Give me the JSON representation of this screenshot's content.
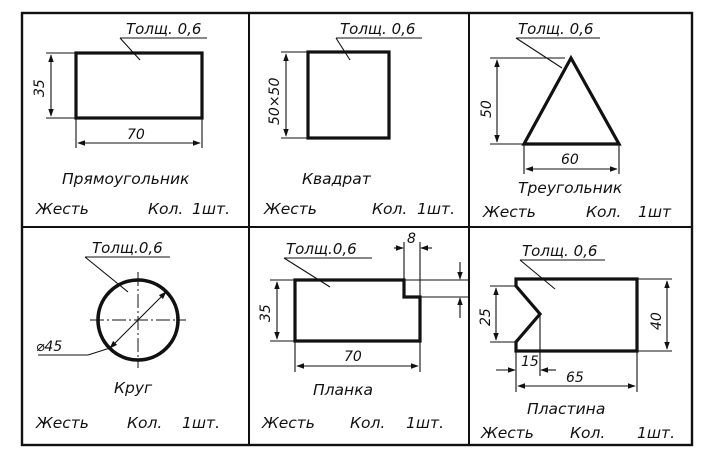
{
  "thickness_label": "Толщ. 0,6",
  "cells": [
    {
      "id": "rectangle",
      "title": "Прямоугольник",
      "dims": [
        "35",
        "70"
      ],
      "footer": [
        "Жесть",
        "Кол.",
        "1шт."
      ]
    },
    {
      "id": "square",
      "title": "Квадрат",
      "dims": [
        "50×50"
      ],
      "footer": [
        "Жесть",
        "Кол.",
        "1шт."
      ]
    },
    {
      "id": "triangle",
      "title": "Треугольник",
      "dims": [
        "50",
        "60"
      ],
      "footer": [
        "Жесть",
        "Кол.",
        "1шт"
      ]
    },
    {
      "id": "circle",
      "title": "Круг",
      "dims": [
        "⌀45"
      ],
      "footer": [
        "Жесть",
        "Кол.",
        "1шт."
      ]
    },
    {
      "id": "bar",
      "title": "Планка",
      "dims": [
        "8",
        "35",
        "70"
      ],
      "footer": [
        "Жесть",
        "Кол.",
        "1шт."
      ]
    },
    {
      "id": "plate",
      "title": "Пластина",
      "dims": [
        "25",
        "40",
        "15",
        "65"
      ],
      "footer": [
        "Жесть",
        "Кол.",
        "1шт."
      ]
    }
  ],
  "thickness_variants": [
    "Толщ. 0,6",
    "Толщ. 0,6",
    "Толщ. 0,6",
    "Толщ.0,6",
    "Толщ.0,6",
    "Толщ. 0,6"
  ],
  "colors": {
    "ink": "#111111",
    "paper": "#ffffff"
  }
}
